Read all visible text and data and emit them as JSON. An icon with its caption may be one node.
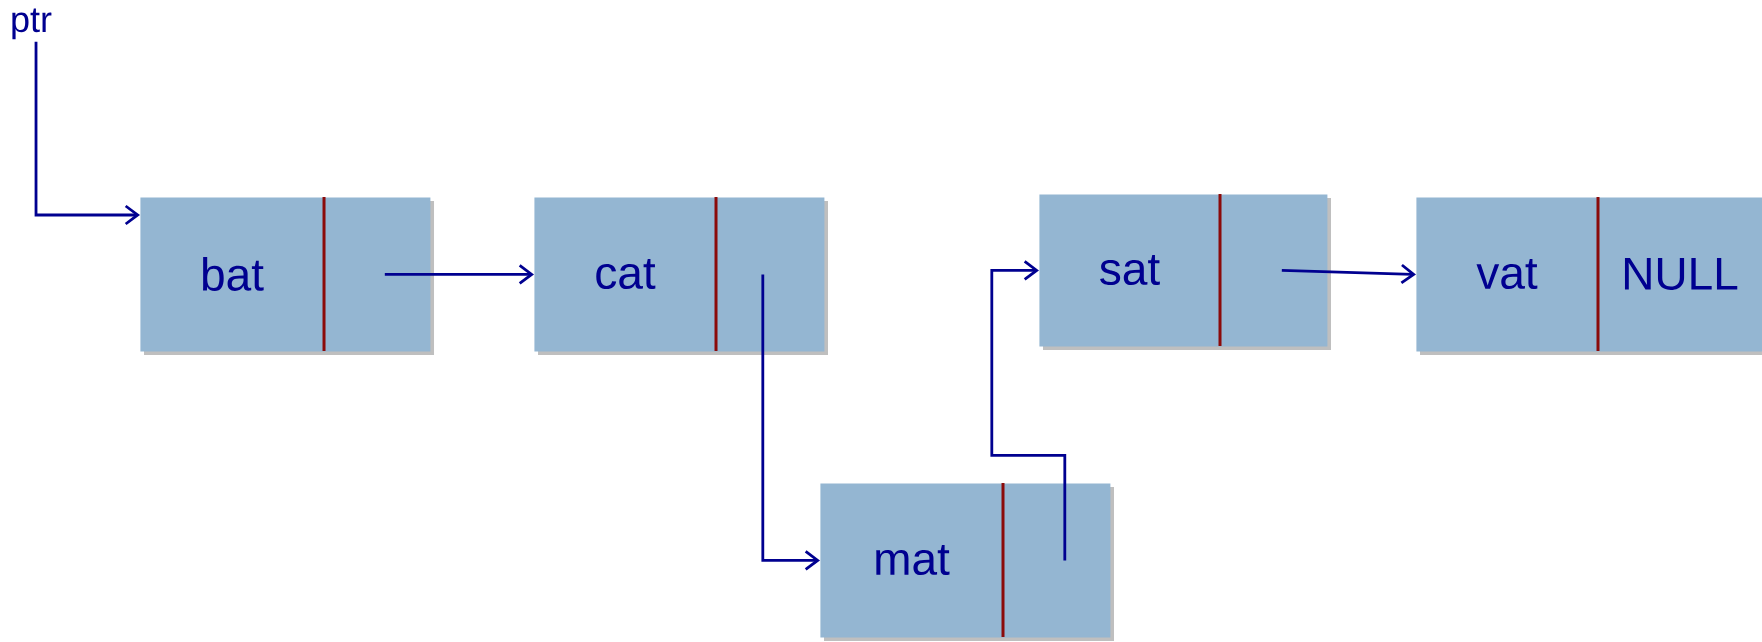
{
  "diagram": {
    "nodes": [
      {
        "text": [
          "ptr"
        ]
      },
      {
        "text": [
          "bat"
        ]
      },
      {
        "text": [
          "cat"
        ]
      },
      {
        "text": [
          "mat"
        ]
      },
      {
        "text": [
          "sat"
        ]
      },
      {
        "text": [
          "vat",
          "NULL"
        ]
      }
    ],
    "edges": [
      {
        "from": 0,
        "to": 1,
        "arrow": "to"
      },
      {
        "from": 1,
        "to": 2,
        "arrow": "to"
      },
      {
        "from": 2,
        "to": 3,
        "arrow": "to"
      },
      {
        "from": 3,
        "to": 4,
        "arrow": "to"
      },
      {
        "from": 4,
        "to": 5,
        "arrow": "to"
      }
    ]
  }
}
